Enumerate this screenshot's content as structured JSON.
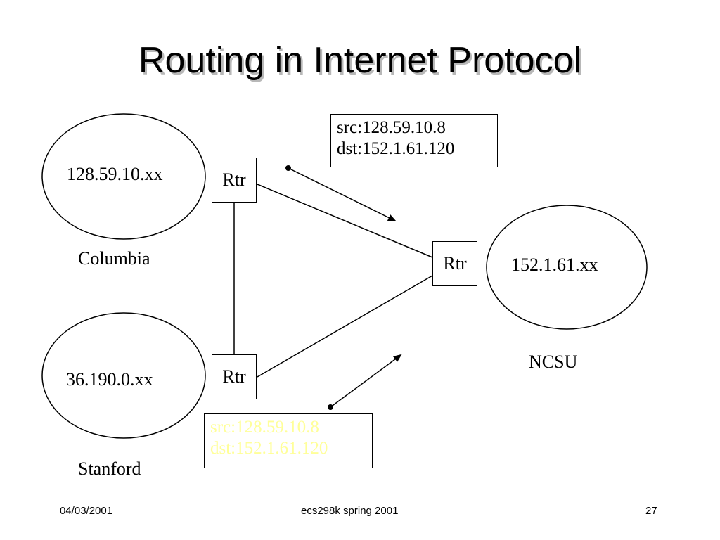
{
  "slide": {
    "title": "Routing in Internet Protocol",
    "footer": {
      "date": "04/03/2001",
      "course": "ecs298k spring 2001",
      "page": "27"
    }
  },
  "networks": {
    "columbia": {
      "address": "128.59.10.xx",
      "name": "Columbia"
    },
    "stanford": {
      "address": "36.190.0.xx",
      "name": "Stanford"
    },
    "ncsu": {
      "address": "152.1.61.xx",
      "name": "NCSU"
    }
  },
  "routers": {
    "columbia": "Rtr",
    "stanford": "Rtr",
    "ncsu": "Rtr"
  },
  "packets": {
    "top": {
      "src": "src:128.59.10.8",
      "dst": "dst:152.1.61.120",
      "color": "#000000"
    },
    "bottom": {
      "src": "src:128.59.10.8",
      "dst": "dst:152.1.61.120",
      "color": "#ffff99"
    }
  }
}
